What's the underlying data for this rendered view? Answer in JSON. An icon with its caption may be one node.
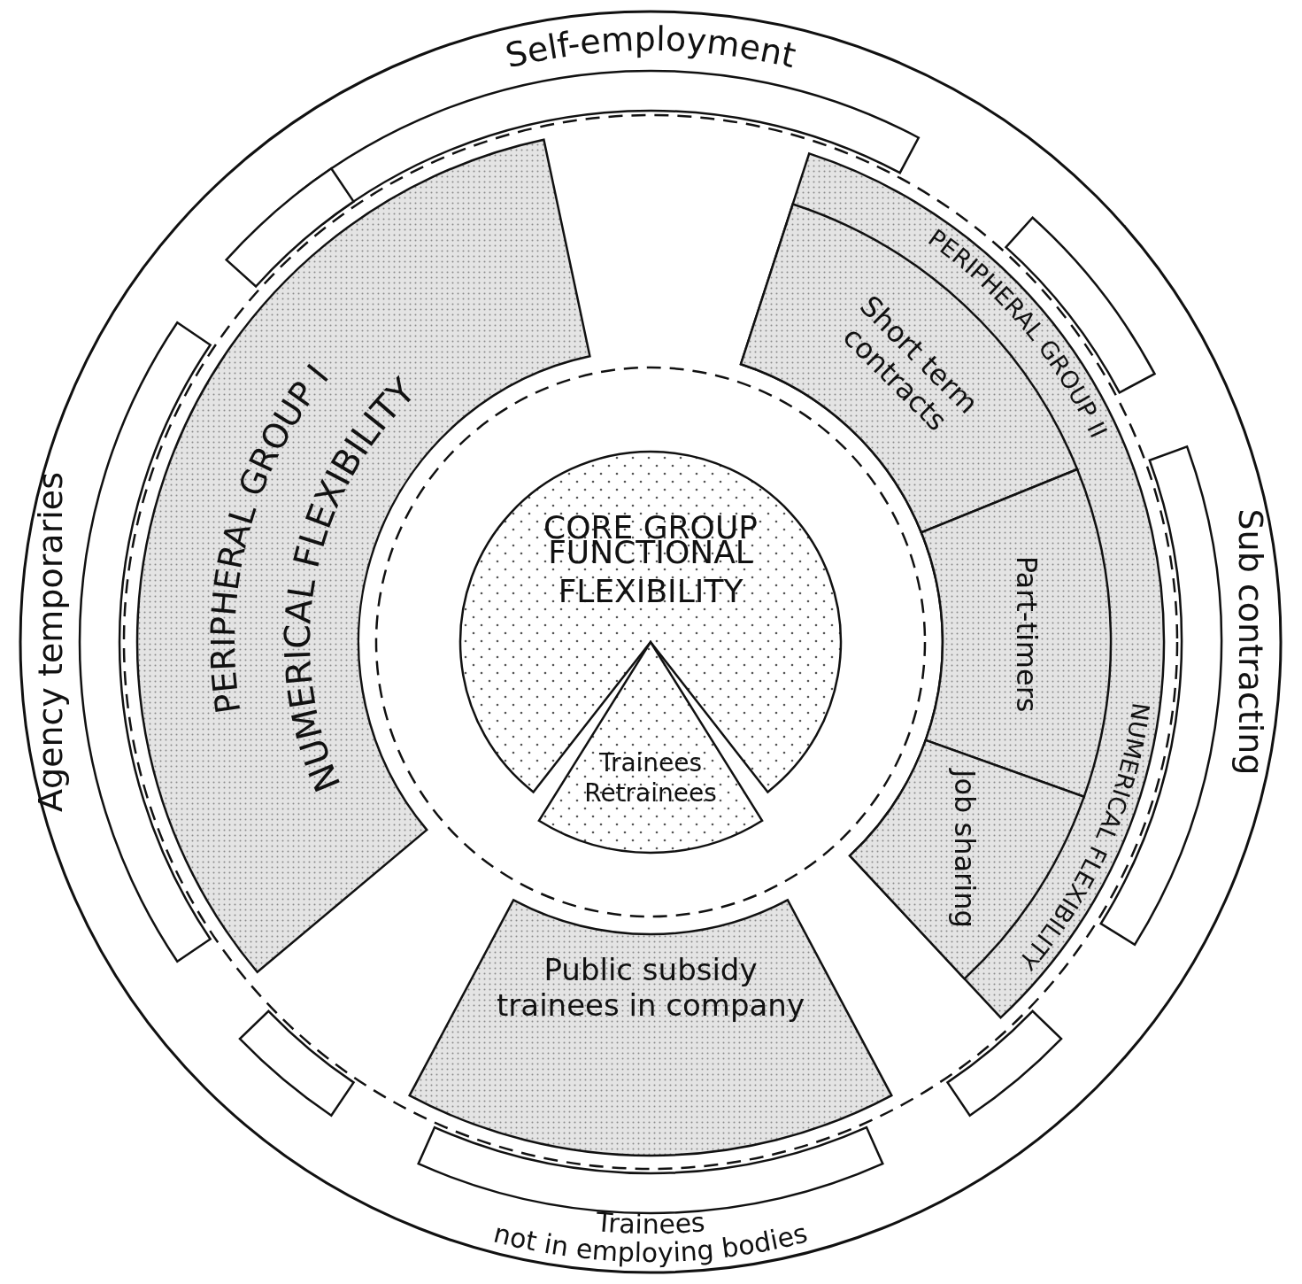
{
  "diagram": {
    "nodes": [
      {
        "text": [
          "Self-employment"
        ]
      },
      {
        "text": [
          "Sub contracting"
        ]
      },
      {
        "text": [
          "Trainees not in employing bodies"
        ]
      },
      {
        "text": [
          "Agency temporaries"
        ]
      },
      {
        "text": [
          "PERIPHERAL GROUP I",
          "NUMERICAL FLEXIBILITY"
        ]
      },
      {
        "text": [
          "PERIPHERAL GROUP II",
          "NUMERICAL FLEXIBILITY"
        ]
      },
      {
        "text": [
          "Short term contracts"
        ],
        "in": 5
      },
      {
        "text": [
          "Part-timers"
        ],
        "in": 5
      },
      {
        "text": [
          "Job sharing"
        ],
        "in": 5
      },
      {
        "text": [
          "Public subsidy trainees in company"
        ]
      },
      {
        "text": [
          "CORE GROUP",
          "FUNCTIONAL FLEXIBILITY"
        ]
      },
      {
        "text": [
          "Trainees Retrainees"
        ]
      }
    ]
  }
}
